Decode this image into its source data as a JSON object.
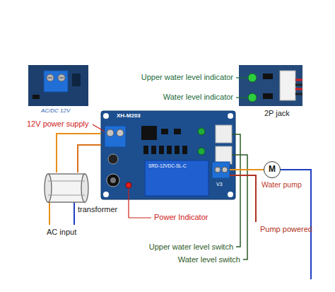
{
  "diagram": {
    "nodes": [
      {
        "text": [
          "XH-M203"
        ]
      },
      {
        "text": [
          "transformer"
        ]
      },
      {
        "text": [
          "M"
        ]
      }
    ],
    "edges": [
      {
        "from": 0,
        "to": 1,
        "arrow": "none"
      },
      {
        "from": 0,
        "to": 1,
        "arrow": "none"
      },
      {
        "from": 0,
        "to": 2,
        "arrow": "none"
      }
    ],
    "labels": [
      "AC/DC 12V",
      "12V power supply",
      "Upper water level indicator",
      "Water level indicator",
      "2P jack",
      "Power Indicator",
      "AC input",
      "Water pump",
      "Pump powered",
      "Upper water level switch",
      "Water level switch",
      "V3",
      "SRD-12VDC-SL-C"
    ]
  }
}
